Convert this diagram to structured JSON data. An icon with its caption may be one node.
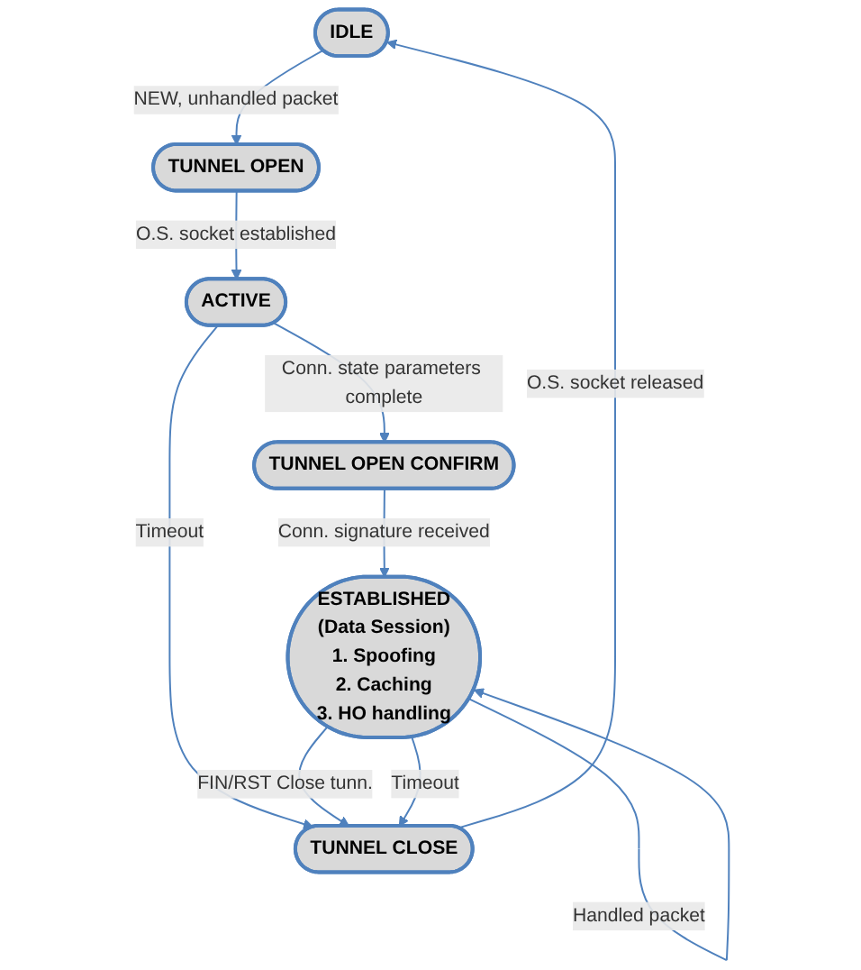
{
  "diagram": {
    "nodes": [
      {
        "text": [
          "IDLE"
        ]
      },
      {
        "text": [
          "TUNNEL OPEN"
        ]
      },
      {
        "text": [
          "ACTIVE"
        ]
      },
      {
        "text": [
          "TUNNEL OPEN CONFIRM"
        ]
      },
      {
        "text": [
          "ESTABLISHED",
          "(Data Session)",
          "1. Spoofing",
          "2. Caching",
          "3. HO handling"
        ]
      },
      {
        "text": [
          "TUNNEL CLOSE"
        ]
      }
    ],
    "edges": [
      {
        "from": 0,
        "to": 1,
        "arrow": "to",
        "label": "NEW, unhandled packet"
      },
      {
        "from": 1,
        "to": 2,
        "arrow": "to",
        "label": "O.S. socket established"
      },
      {
        "from": 2,
        "to": 3,
        "arrow": "to",
        "label": "Conn. state parameters complete"
      },
      {
        "from": 3,
        "to": 4,
        "arrow": "to",
        "label": "Conn. signature received"
      },
      {
        "from": 4,
        "to": 4,
        "arrow": "to",
        "label": "Handled packet"
      },
      {
        "from": 2,
        "to": 5,
        "arrow": "to",
        "label": "Timeout"
      },
      {
        "from": 4,
        "to": 5,
        "arrow": "to",
        "label": "FIN/RST Close tunn."
      },
      {
        "from": 4,
        "to": 5,
        "arrow": "to",
        "label": "Timeout"
      },
      {
        "from": 5,
        "to": 0,
        "arrow": "to",
        "label": "O.S. socket released"
      }
    ]
  }
}
